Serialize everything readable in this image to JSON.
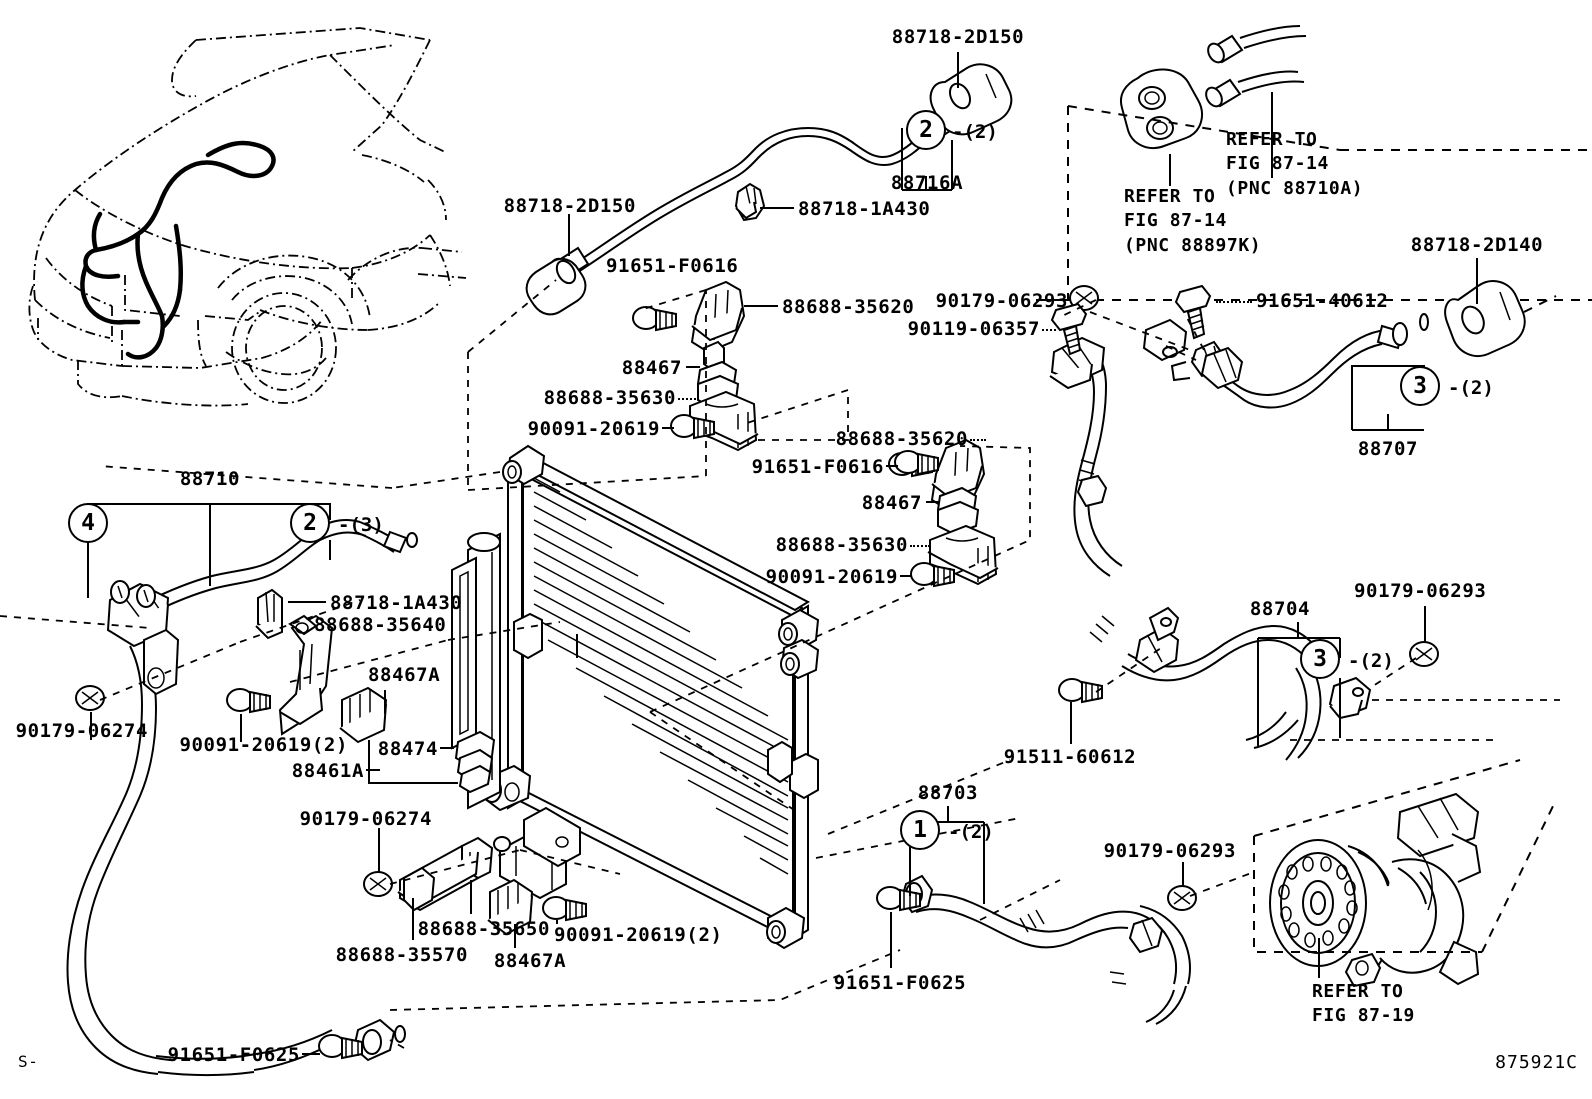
{
  "sheet": {
    "id": "875921C",
    "corner_mark": "S-"
  },
  "labels": {
    "top_pipe_fitting_left": "88718-2D150",
    "top_pipe_fitting_right": "88718-2D150",
    "top_pipe_clamp": "88718-1A430",
    "top_pipe_assy": "88716A",
    "top_pipe_bolt": "91651-F0616",
    "refer_grommet": "REFER TO\nFIG 87-14\n(PNC 88897K)",
    "refer_pipes": "REFER TO\nFIG 87-14\n(PNC 88710A)",
    "refer_compressor": "REFER TO\nFIG 87-19",
    "fitting_2d140": "88718-2D140",
    "discharge_hose": "88707",
    "suction_pipe": "88704",
    "liquid_pipe": "88703",
    "cooler_pipe": "88710",
    "bracket_35620_upper": "88688-35620",
    "bracket_35620_lower": "88688-35620",
    "cushion_88467_upper": "88467",
    "cushion_88467_lower": "88467",
    "bracket_35630_upper": "88688-35630",
    "bracket_35630_lower": "88688-35630",
    "screw_20619_upper": "90091-20619",
    "screw_20619_lower": "90091-20619",
    "bolt_f0616_lower": "91651-F0616",
    "nut_06293_top": "90179-06293",
    "bolt_06357": "90119-06357",
    "bolt_40612": "91651-40612",
    "clamp_1a430_left": "88718-1A430",
    "bracket_35640": "88688-35640",
    "cushion_88467a_left": "88467A",
    "cushion_88474": "88474",
    "receiver_88461a": "88461A",
    "nut_06274_upper": "90179-06274",
    "nut_06274_lower": "90179-06274",
    "screw_20619_left": "90091-20619(2)",
    "screw_20619_bottom": "90091-20619(2)",
    "bracket_35650": "88688-35650",
    "bracket_35570": "88688-35570",
    "cushion_88467a_bottom": "88467A",
    "bolt_60612": "91511-60612",
    "nut_06293_right": "90179-06293",
    "nut_06293_bottom": "90179-06293",
    "bolt_f0625_mid": "91651-F0625",
    "bolt_f0625_bottom": "91651-F0625"
  },
  "callouts": {
    "c2_top": {
      "num": "2",
      "qty": "-(2)"
    },
    "c2_left": {
      "num": "2",
      "qty": "-(3)"
    },
    "c4_left": {
      "num": "4",
      "qty": ""
    },
    "c3_right": {
      "num": "3",
      "qty": "-(2)"
    },
    "c3_mid": {
      "num": "3",
      "qty": "-(2)"
    },
    "c1_bottom": {
      "num": "1",
      "qty": "-(2)"
    }
  },
  "colors": {
    "ink": "#000000",
    "paper": "#ffffff"
  }
}
